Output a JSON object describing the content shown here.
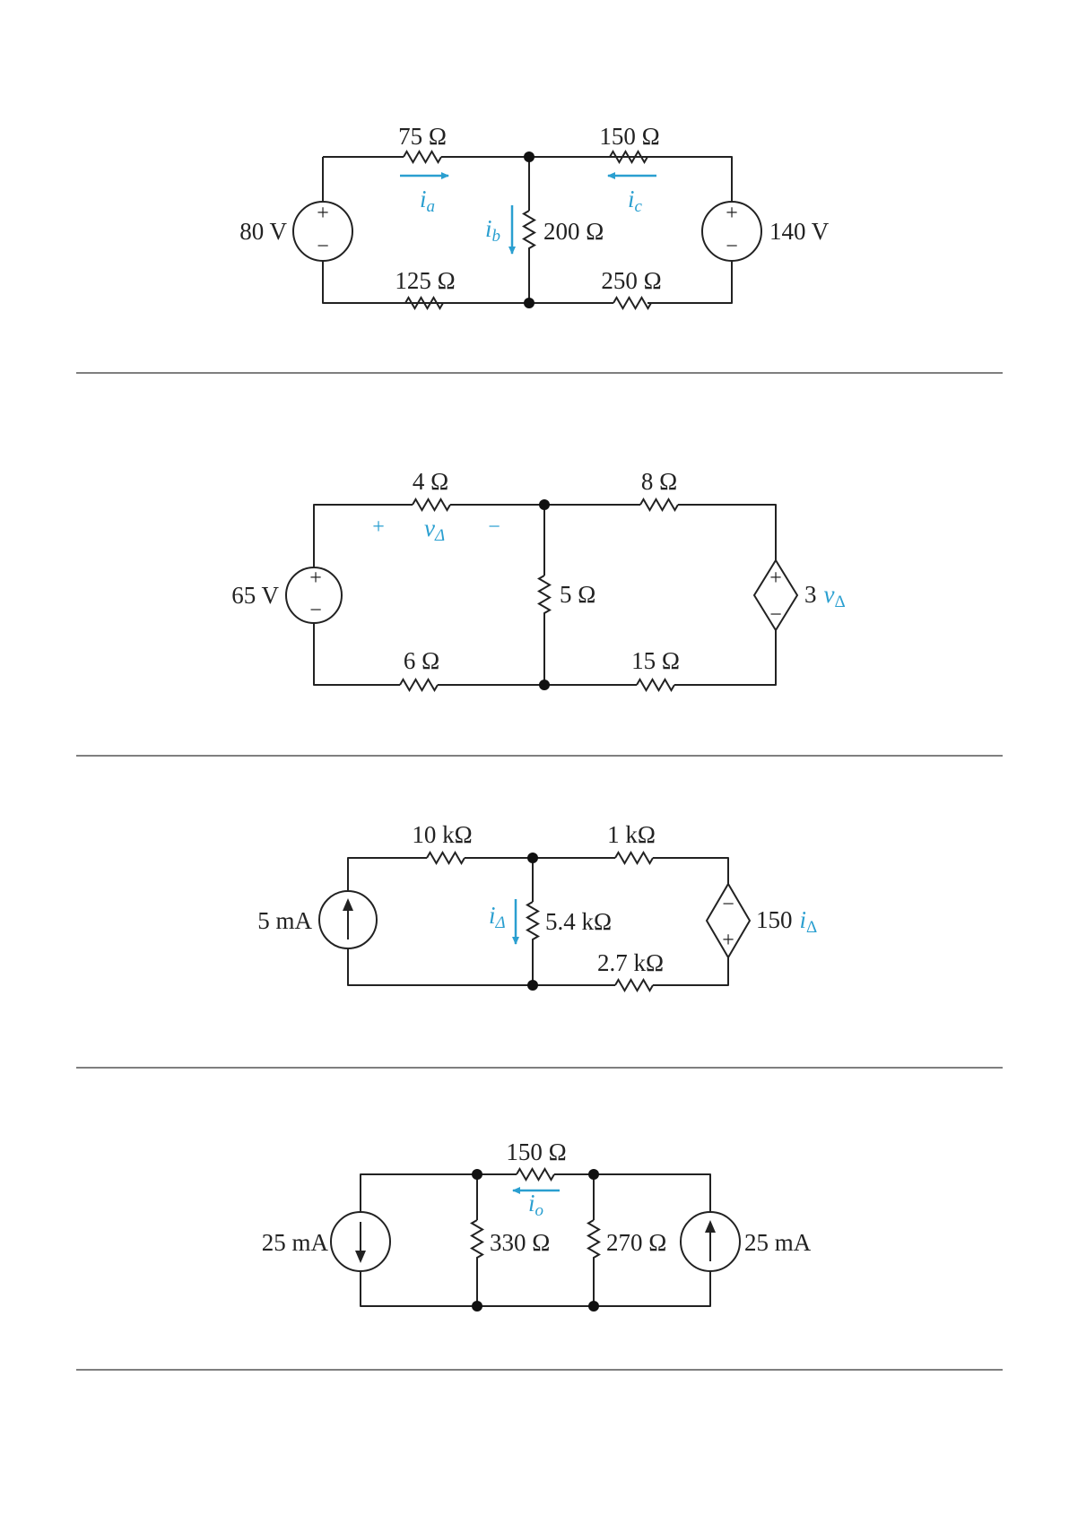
{
  "figures": [
    {
      "labels": {
        "r_top_left": "75 Ω",
        "r_top_right": "150 Ω",
        "r_middle": "200 Ω",
        "r_bottom_left": "125 Ω",
        "r_bottom_right": "250 Ω",
        "src_left": "80 V",
        "src_right": "140 V"
      },
      "currents": {
        "a": "a",
        "b": "b",
        "c": "c"
      }
    },
    {
      "labels": {
        "r_top_left": "4 Ω",
        "r_top_right": "8 Ω",
        "r_middle": "5 Ω",
        "r_bottom_left": "6 Ω",
        "r_bottom_right": "15 Ω",
        "src_left": "65 V",
        "dep_gain": "3"
      },
      "control": "Δ"
    },
    {
      "labels": {
        "r_top_left": "10 kΩ",
        "r_top_right": "1 kΩ",
        "r_middle": "5.4 kΩ",
        "r_bottom_right": "2.7 kΩ",
        "src_left": "5 mA",
        "dep_gain": "150"
      },
      "control": "Δ"
    },
    {
      "labels": {
        "r_top": "150 Ω",
        "r_mid_left": "330 Ω",
        "r_mid_right": "270 Ω",
        "src_left": "25 mA",
        "src_right": "25 mA"
      },
      "current": "o"
    }
  ],
  "symbols": {
    "plus": "+",
    "minus": "−",
    "current_letter": "i",
    "voltage_letter": "v"
  }
}
